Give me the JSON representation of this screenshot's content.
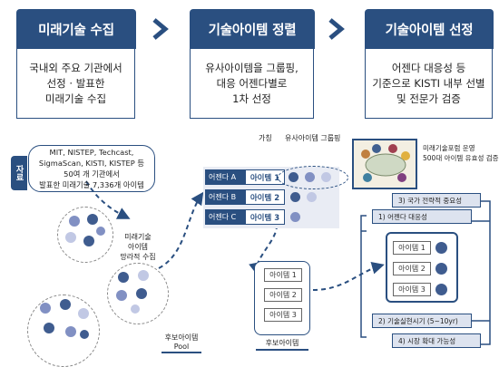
{
  "steps": [
    {
      "title": "미래기술 수집",
      "lines": [
        "국내외 주요 기관에서",
        "선정 · 발표한",
        "미래기술 수집"
      ]
    },
    {
      "title": "기술아이템 정렬",
      "lines": [
        "유사아이템을 그룹핑,",
        "대응 어젠다별로",
        "1차 선정"
      ]
    },
    {
      "title": "기술아이템 선정",
      "lines": [
        "어젠다 대응성 등",
        "기준으로 KISTI 내부 선별",
        "및 전문가 검증"
      ]
    }
  ],
  "source": {
    "tag": "자료",
    "lines": [
      "MIT, NISTEP, Techcast,",
      "SigmaScan, KISTI, KISTEP 등",
      "50여 개 기관에서",
      "발표한 미래기술 7,336개 아이템"
    ]
  },
  "collect_label": [
    "미래기술",
    "아이템",
    "망라적 수집"
  ],
  "pool_label": [
    "후보아이템",
    "Pool"
  ],
  "grouping_header": {
    "col1": "가칭",
    "col2": "유사아이템 그룹핑"
  },
  "agenda_rows": [
    {
      "agenda": "어젠다 A",
      "item": "아이템 1"
    },
    {
      "agenda": "어젠다 B",
      "item": "아이템 2"
    },
    {
      "agenda": "어젠다 C",
      "item": "아이템 3"
    }
  ],
  "candidate_items": [
    "아이템 1",
    "아이템 2",
    "아이템 3"
  ],
  "candidate_label": "후보아이템",
  "forum_lines": [
    "미래기술포럼 운영",
    "500대 아이템 유효성 검증"
  ],
  "criteria": {
    "c3": "3) 국가 전략적 중요성",
    "c1": "1) 어젠다 대응성",
    "c2": "2) 기술실현시기 (5~10yr)",
    "c4": "4) 시장 확대 가능성"
  },
  "final_items": [
    "아이템 1",
    "아이템 2",
    "아이템 3"
  ],
  "colors": {
    "navy": "#2a4f80",
    "dot_dark": "#3f5c8f",
    "dot_mid": "#8190c3",
    "dot_light": "#c1c8e4"
  }
}
